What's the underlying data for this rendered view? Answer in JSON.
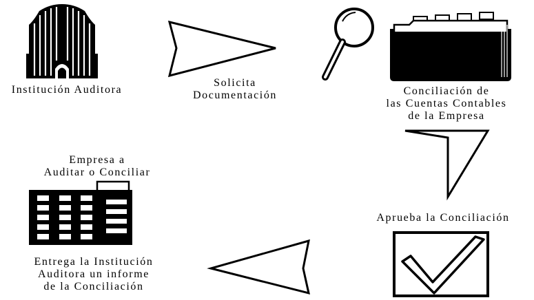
{
  "labels": {
    "auditing_institution": "Institución Auditora",
    "request_documentation": "Solicita\nDocumentación",
    "account_reconciliation": "Conciliación de\nlas Cuentas Contables\nde la Empresa",
    "company_to_audit": "Empresa a\nAuditar o Conciliar",
    "approves_reconciliation": "Aprueba la Conciliación",
    "delivers_report": "Entrega la Institución\nAuditora un informe\nde la Conciliación"
  },
  "icons": {
    "auditing_institution": "columned-building-icon",
    "magnifier": "magnifying-glass-icon",
    "documents": "file-folder-stack-icon",
    "company": "office-building-icon",
    "approval": "checkbox-checkmark-icon",
    "arrow_right": "right-arrow",
    "arrow_down": "down-arrow",
    "arrow_left": "left-arrow"
  },
  "colors": {
    "ink": "#000000",
    "paper": "#ffffff"
  }
}
